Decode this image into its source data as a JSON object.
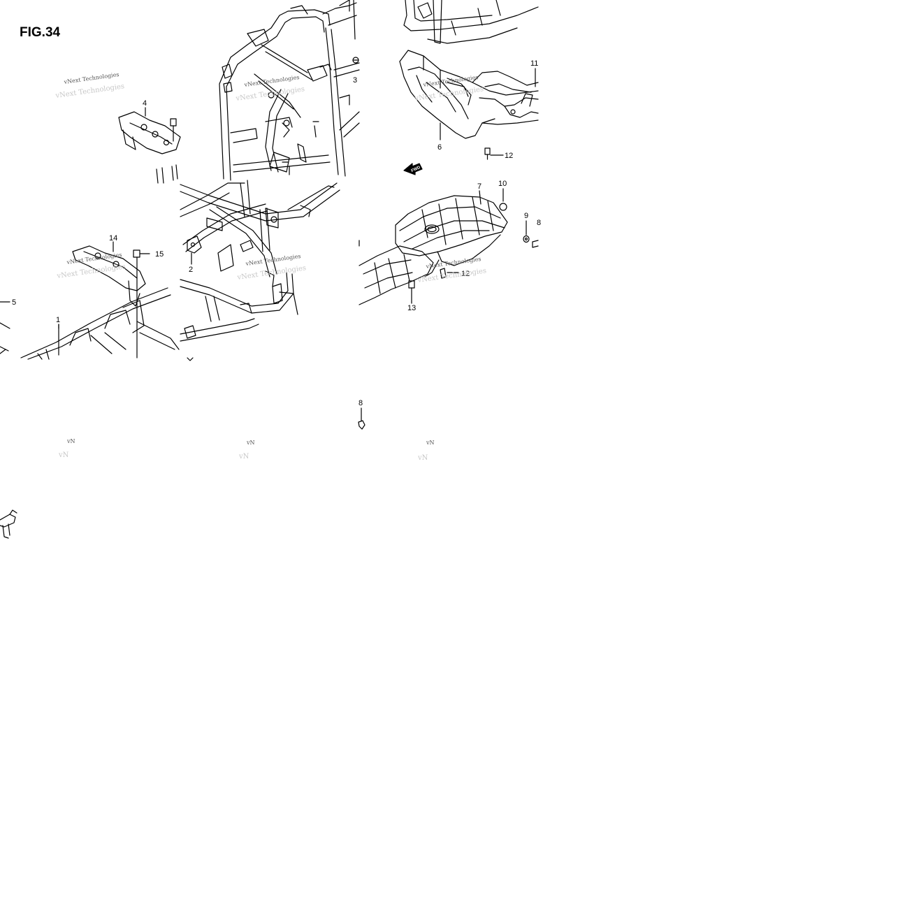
{
  "figure": {
    "title": "FIG.34"
  },
  "callouts": [
    {
      "id": "c1",
      "label": "1"
    },
    {
      "id": "c2",
      "label": "2"
    },
    {
      "id": "c3",
      "label": "3"
    },
    {
      "id": "c4",
      "label": "4"
    },
    {
      "id": "c5",
      "label": "5"
    },
    {
      "id": "c6",
      "label": "6"
    },
    {
      "id": "c7",
      "label": "7"
    },
    {
      "id": "c8",
      "label": "8"
    },
    {
      "id": "c8b",
      "label": "8"
    },
    {
      "id": "c9",
      "label": "9"
    },
    {
      "id": "c10",
      "label": "10"
    },
    {
      "id": "c11",
      "label": "11"
    },
    {
      "id": "c12a",
      "label": "12"
    },
    {
      "id": "c12b",
      "label": "12"
    },
    {
      "id": "c13",
      "label": "13"
    },
    {
      "id": "c14",
      "label": "14"
    },
    {
      "id": "c15",
      "label": "15"
    }
  ],
  "watermark": {
    "line1": "vNext Technologies",
    "line2": "vNext Technologies",
    "partial": "vN"
  },
  "direction_arrow": {
    "label": "FWD"
  },
  "colors": {
    "line": "#000000",
    "background": "#ffffff",
    "watermark": "#bbbbbb"
  }
}
